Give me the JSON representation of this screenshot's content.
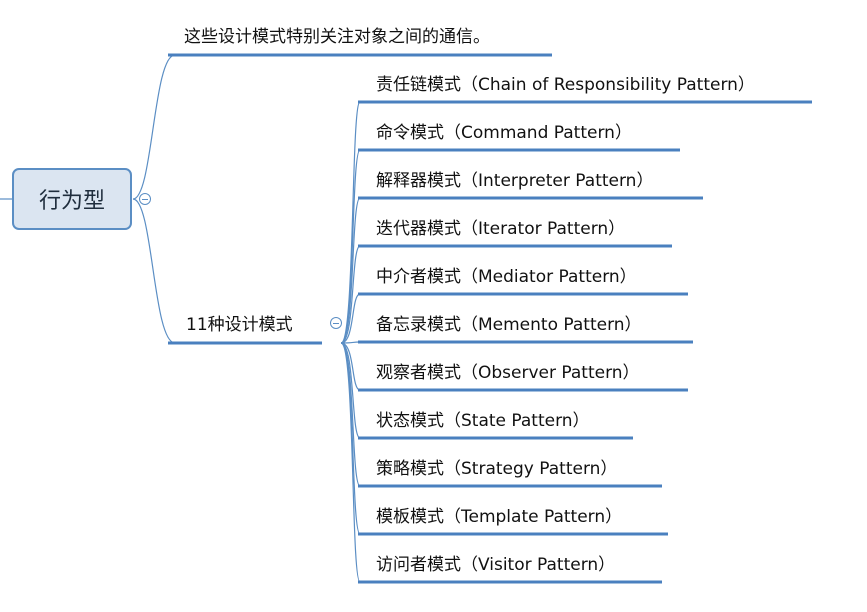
{
  "root": {
    "label": "行为型"
  },
  "branches": {
    "description": {
      "label": "这些设计模式特别关注对象之间的通信。"
    },
    "patterns_group": {
      "label": "11种设计模式",
      "items": [
        "责任链模式（Chain of Responsibility Pattern）",
        "命令模式（Command Pattern）",
        "解释器模式（Interpreter Pattern）",
        "迭代器模式（Iterator Pattern）",
        "中介者模式（Mediator Pattern）",
        "备忘录模式（Memento Pattern）",
        "观察者模式（Observer Pattern）",
        "状态模式（State Pattern）",
        "策略模式（Strategy Pattern）",
        "模板模式（Template Pattern）",
        "访问者模式（Visitor Pattern）"
      ]
    }
  },
  "colors": {
    "accent": "#5b8ec4",
    "node_fill": "#dbe5f1",
    "text": "#111111"
  }
}
